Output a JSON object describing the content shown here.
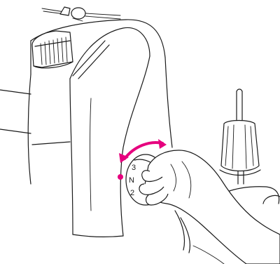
{
  "illustration": {
    "dial_labels": [
      "3",
      "N",
      "2"
    ],
    "accent_color": "#e6007e",
    "line_color": "#1a1a1a",
    "background_color": "#ffffff"
  }
}
